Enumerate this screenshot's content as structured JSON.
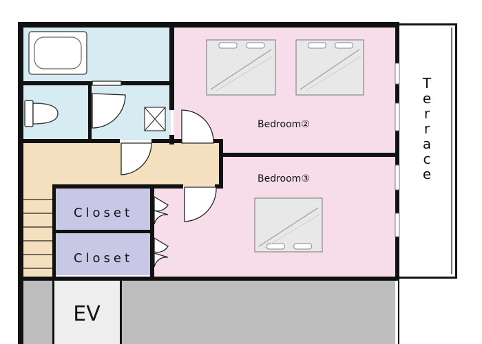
{
  "rooms": {
    "bedroom2": {
      "label": "Bedroom②",
      "color": "#f7dce9"
    },
    "bedroom3": {
      "label": "Bedroom③",
      "color": "#f7dce9"
    },
    "terrace": {
      "label": "Terrace"
    },
    "closet_upper": {
      "label": "Closet",
      "color": "#c9c7e6"
    },
    "closet_lower": {
      "label": "Closet",
      "color": "#c9c7e6"
    },
    "elevator": {
      "label": "EV"
    }
  },
  "colors": {
    "bath": "#d7ecf2",
    "hallway": "#f4e0bf",
    "common": "#bdbdbd",
    "wall": "#111111",
    "furniture": "#e8e8e8"
  },
  "icons": [
    "bathtub-icon",
    "toilet-icon",
    "bed-icon",
    "door-swing-icon",
    "ventilation-shaft-icon",
    "stairs-icon"
  ]
}
